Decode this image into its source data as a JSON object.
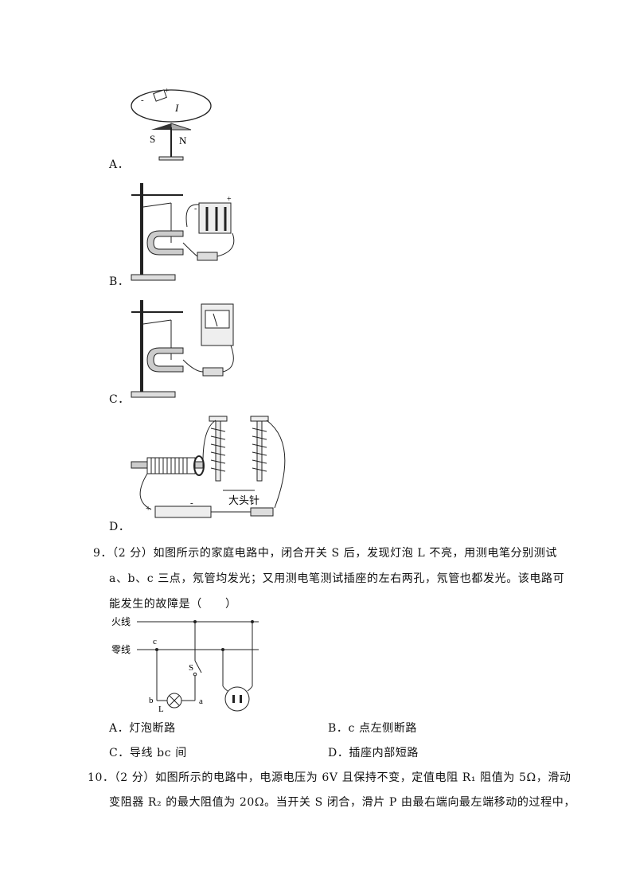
{
  "q8": {
    "options": [
      {
        "label": "A．",
        "figure_text": {
          "plus": "+",
          "minus": "-",
          "current": "I",
          "south": "S",
          "north": "N"
        }
      },
      {
        "label": "B．",
        "figure_text": {
          "minus": "-",
          "plus": "+"
        }
      },
      {
        "label": "C．"
      },
      {
        "label": "D．",
        "figure_text": {
          "pins": "大头针",
          "plus": "+",
          "minus": "-"
        }
      }
    ]
  },
  "q9": {
    "lines": [
      "9．（2 分）如图所示的家庭电路中，闭合开关 S 后，发现灯泡 L 不亮，用测电笔分别测试",
      "a、b、c 三点，氖管均发光；又用测电笔测试插座的左右两孔，氖管也都发光。该电路可",
      "能发生的故障是（　　）"
    ],
    "circuit": {
      "live": "火线",
      "neutral": "零线",
      "c": "c",
      "s": "S",
      "b": "b",
      "l": "L",
      "a": "a"
    },
    "options": [
      {
        "label": "A．灯泡断路"
      },
      {
        "label": "B．c 点左侧断路"
      },
      {
        "label": "C．导线 bc 间"
      },
      {
        "label": "D．插座内部短路"
      }
    ]
  },
  "q10": {
    "lines": [
      "10．（2 分）如图所示的电路中，电源电压为 6V 且保持不变，定值电阻 R₁ 阻值为 5Ω，滑动",
      "变阻器 R₂ 的最大阻值为 20Ω。当开关 S 闭合，滑片 P 由最右端向最左端移动的过程中，"
    ]
  }
}
